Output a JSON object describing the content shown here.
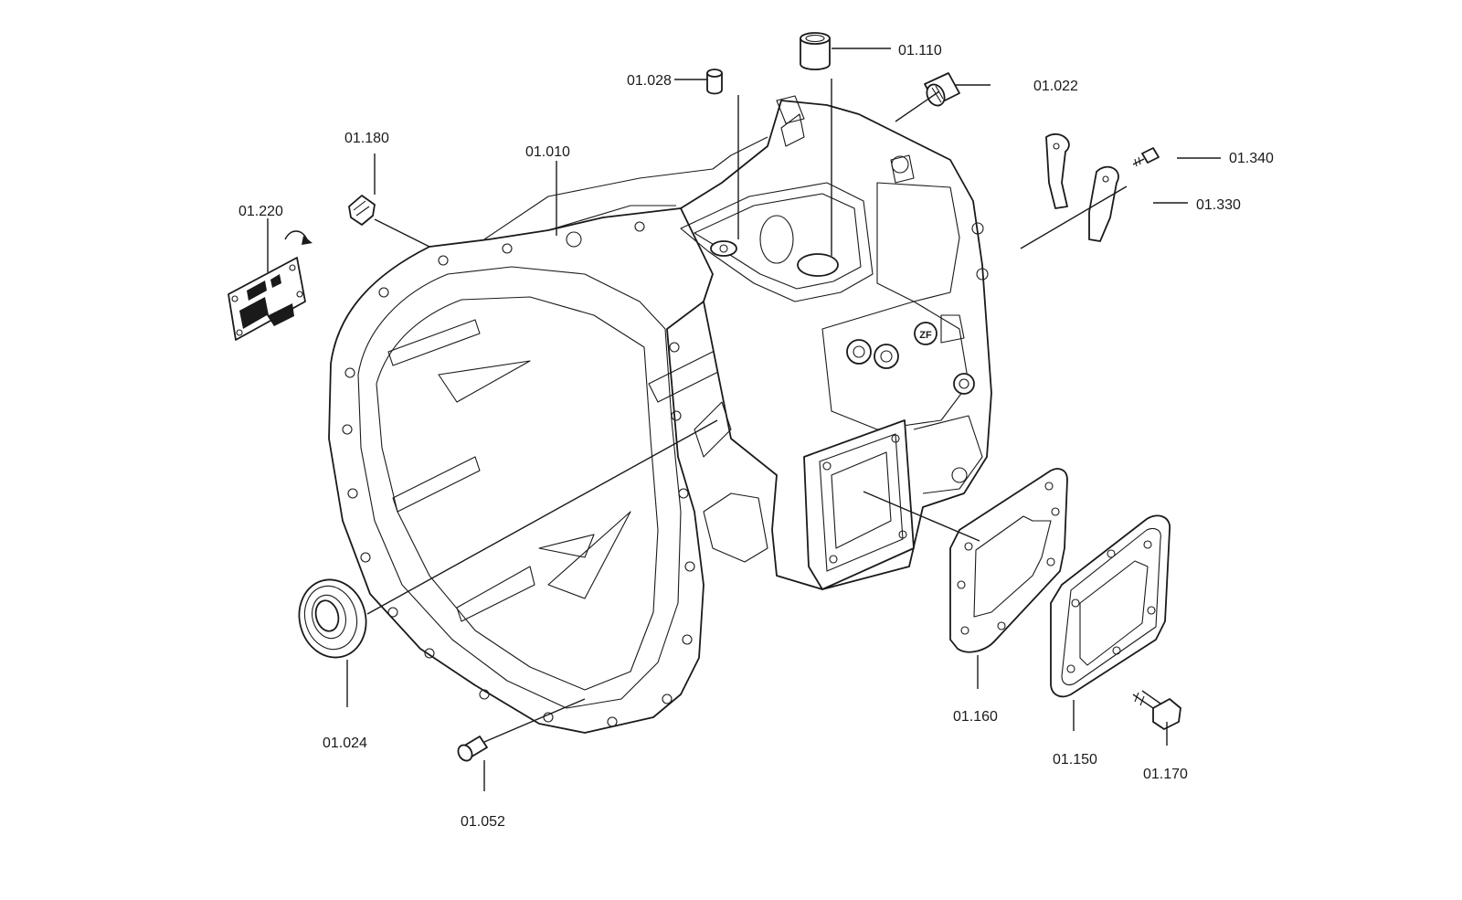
{
  "diagram": {
    "parts": [
      {
        "id": "housing",
        "number": "01.010"
      },
      {
        "id": "bush-right",
        "number": "01.022"
      },
      {
        "id": "seal-ring",
        "number": "01.024"
      },
      {
        "id": "bush-small",
        "number": "01.028"
      },
      {
        "id": "sleeve-pin",
        "number": "01.052"
      },
      {
        "id": "bearing-top",
        "number": "01.110"
      },
      {
        "id": "cover-plate",
        "number": "01.150"
      },
      {
        "id": "gasket",
        "number": "01.160"
      },
      {
        "id": "cover-screw",
        "number": "01.170"
      },
      {
        "id": "screw-plug",
        "number": "01.180"
      },
      {
        "id": "type-plate",
        "number": "01.220"
      },
      {
        "id": "retainer-plate",
        "number": "01.330"
      },
      {
        "id": "retainer-screw",
        "number": "01.340"
      }
    ]
  }
}
